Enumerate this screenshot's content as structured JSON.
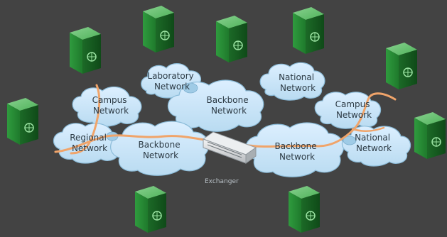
{
  "networks": {
    "laboratory": [
      "Laboratory",
      "Network"
    ],
    "national_top": [
      "National",
      "Network"
    ],
    "campus_left": [
      "Campus",
      "Network"
    ],
    "backbone_top": [
      "Backbone",
      "Network"
    ],
    "campus_right": [
      "Campus",
      "Network"
    ],
    "regional": [
      "Regional",
      "Network"
    ],
    "backbone_left": [
      "Backbone",
      "Network"
    ],
    "backbone_right": [
      "Backbone",
      "Network"
    ],
    "national_right": [
      "National",
      "Network"
    ]
  },
  "exchange": {
    "label": "Exchanger"
  },
  "colors": {
    "background": "#434343",
    "cloud_fill": "#c8e3f5",
    "cloud_stroke": "#8cbcd9",
    "route": "#f0a46a",
    "server_green": "#2e9a3e",
    "server_dark": "#17661f"
  },
  "icons": {
    "server": "server-icon",
    "cloud": "cloud-icon",
    "switch": "switch-icon"
  }
}
